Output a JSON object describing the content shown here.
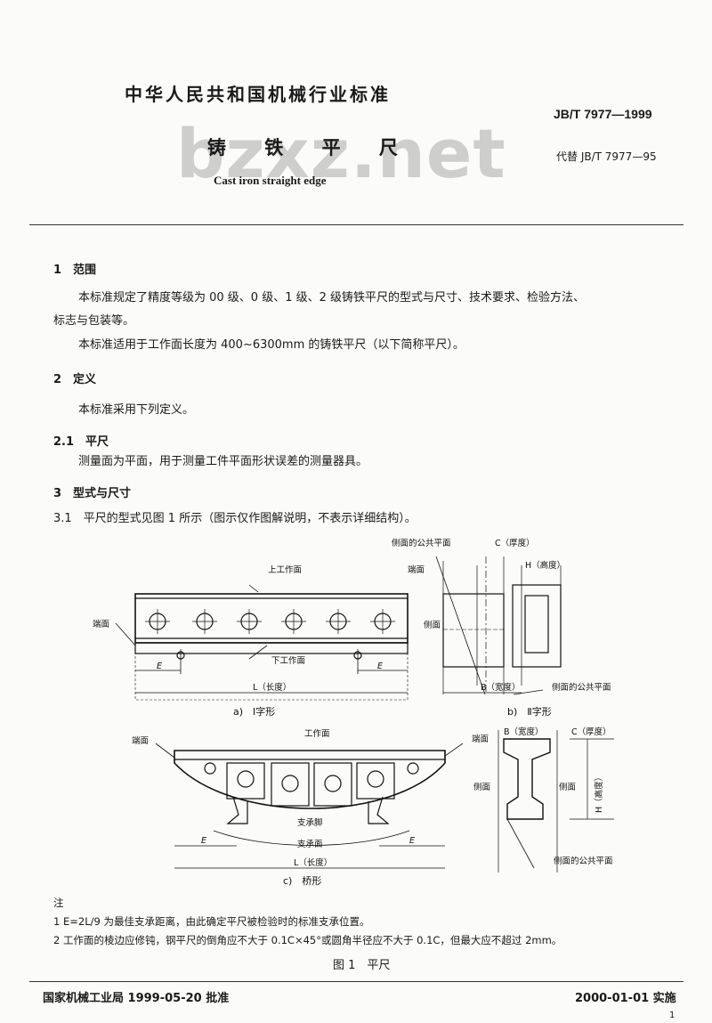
{
  "header": {
    "org_title": "中华人民共和国机械行业标准",
    "standard_no": "JB/T 7977—1999",
    "title_cn": "铸 铁 平 尺",
    "replaces": "代替 JB/T 7977—95",
    "title_en": "Cast iron straight edge",
    "watermark": "bzxz.net"
  },
  "sections": {
    "s1_heading": "1　范围",
    "s1_p1a": "本标准规定了精度等级为 00 级、0 级、1 级、2 级铸铁平尺的型式与尺寸、技术要求、检验方法、",
    "s1_p1b": "标志与包装等。",
    "s1_p2": "本标准适用于工作面长度为 400~6300mm 的铸铁平尺（以下简称平尺）。",
    "s2_heading": "2　定义",
    "s2_p1": "本标准采用下列定义。",
    "s21_heading": "2.1　平尺",
    "s21_p1": "测量面为平面，用于测量工件平面形状误差的测量器具。",
    "s3_heading": "3　型式与尺寸",
    "s31_p1": "3.1　平尺的型式见图 1 所示（图示仅作图解说明，不表示详细结构）。"
  },
  "figure": {
    "a": {
      "top_face": "上工作面",
      "end_face": "端面",
      "bottom_face": "下工作面",
      "e_left": "E",
      "e_right": "E",
      "length": "L（长度）",
      "caption": "a)　Ⅰ字形"
    },
    "b": {
      "common_plane_top": "侧面的公共平面",
      "end_face": "端面",
      "side_face": "侧面",
      "thickness": "C（厚度）",
      "height": "H（高度）",
      "width": "B（宽度）",
      "common_plane_bottom": "侧面的公共平面",
      "caption": "b)　Ⅱ字形"
    },
    "c": {
      "end_face_left": "端面",
      "work_face": "工作面",
      "support_foot": "支承脚",
      "support_face": "支承面",
      "e_left": "E",
      "e_right": "E",
      "length": "L（长度）",
      "caption": "c)　桥形",
      "end_face_right": "端面",
      "width": "B（宽度）",
      "thickness": "C（厚度）",
      "side_left": "侧面",
      "side_right": "侧面",
      "height": "H（高度）",
      "common_plane": "侧面的公共平面"
    }
  },
  "notes": {
    "heading": "注",
    "n1": "1 E=2L/9 为最佳支承距离，由此确定平尺被检验时的标准支承位置。",
    "n2": "2 工作面的棱边应修钝，钢平尺的倒角应不大于 0.1C×45°或圆角半径应不大于 0.1C，但最大应不超过 2mm。",
    "fig_title": "图 1　平尺"
  },
  "footer": {
    "approval": "国家机械工业局 1999-05-20 批准",
    "effective": "2000-01-01 实施",
    "page": "1"
  }
}
